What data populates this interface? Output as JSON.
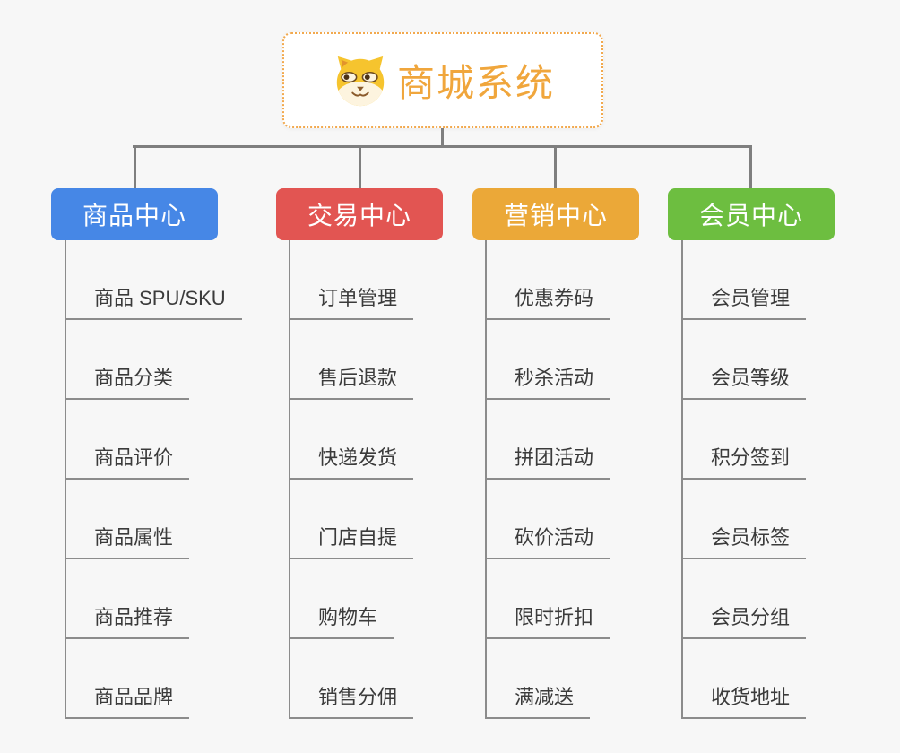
{
  "root": {
    "label": "商城系统",
    "icon": "doge-icon"
  },
  "branches": [
    {
      "label": "商品中心",
      "color": "#4687e6",
      "children": [
        "商品 SPU/SKU",
        "商品分类",
        "商品评价",
        "商品属性",
        "商品推荐",
        "商品品牌"
      ]
    },
    {
      "label": "交易中心",
      "color": "#e25552",
      "children": [
        "订单管理",
        "售后退款",
        "快递发货",
        "门店自提",
        "购物车",
        "销售分佣"
      ]
    },
    {
      "label": "营销中心",
      "color": "#eba838",
      "children": [
        "优惠券码",
        "秒杀活动",
        "拼团活动",
        "砍价活动",
        "限时折扣",
        "满减送"
      ]
    },
    {
      "label": "会员中心",
      "color": "#6dbe40",
      "children": [
        "会员管理",
        "会员等级",
        "积分签到",
        "会员标签",
        "会员分组",
        "收货地址"
      ]
    }
  ],
  "colors": {
    "background": "#f7f7f7",
    "connector": "#7f7f7f",
    "leaf_line": "#8c8c8c",
    "root_accent": "#f0a63c",
    "leaf_text": "#3b3b3b"
  }
}
